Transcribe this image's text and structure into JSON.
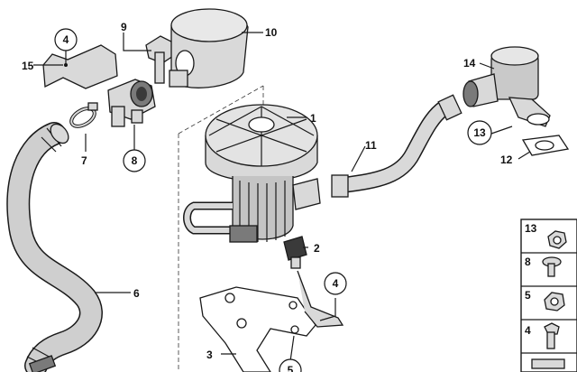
{
  "labels": {
    "p1": "1",
    "p2": "2",
    "p3": "3",
    "p4a": "4",
    "p4b": "4",
    "p5": "5",
    "p6": "6",
    "p7": "7",
    "p8": "8",
    "p9": "9",
    "p10": "10",
    "p11": "11",
    "p12": "12",
    "p13": "13",
    "p14": "14",
    "p15": "15"
  },
  "legend": {
    "items": [
      {
        "number": "13"
      },
      {
        "number": "8"
      },
      {
        "number": "5"
      },
      {
        "number": "4"
      }
    ]
  },
  "colors": {
    "line": "#1a1a1a",
    "part_fill": "#d9d9d9",
    "dark_fill": "#7a7a7a",
    "hose_fill": "#cfcfcf",
    "background": "#ffffff"
  }
}
